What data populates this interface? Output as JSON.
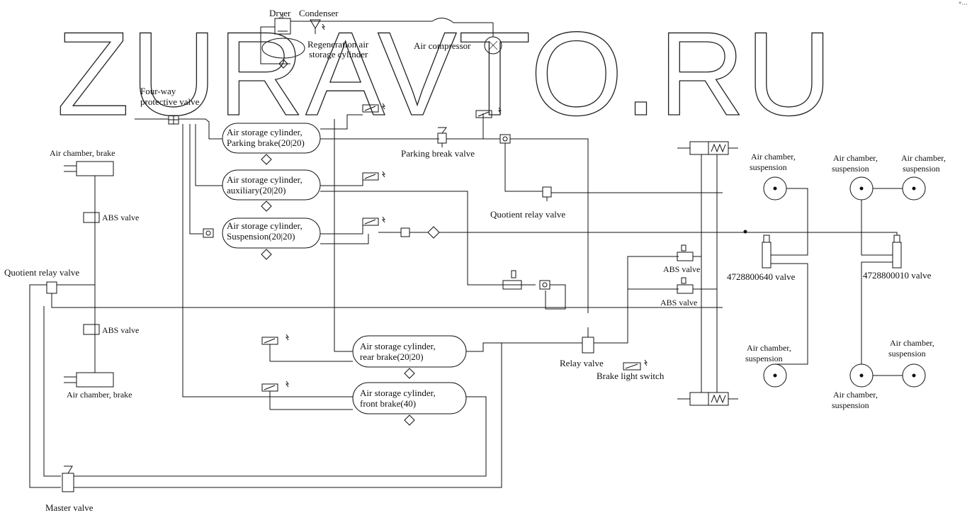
{
  "watermark": "ZURAVTO.RU",
  "corner_mark": "°···",
  "labels": {
    "dryer": "Dryer",
    "condenser": "Condenser",
    "regen_cylinder_l1": "Regeneration air",
    "regen_cylinder_l2": "storage cylinder",
    "air_compressor": "Air compressor",
    "four_way_l1": "Four-way",
    "four_way_l2": "protective valve",
    "parking_break_valve": "Parking break valve",
    "quotient_relay_valve_top": "Quotient relay valve",
    "quotient_relay_valve_left": "Quotient relay valve",
    "relay_valve": "Relay valve",
    "brake_light_switch": "Brake light switch",
    "master_valve": "Master valve",
    "abs_valve_upper_left": "ABS valve",
    "abs_valve_lower_left": "ABS valve",
    "abs_valve_right_1": "ABS valve",
    "abs_valve_right_2": "ABS valve",
    "air_chamber_brake_top": "Air chamber, brake",
    "air_chamber_brake_bottom": "Air chamber, brake",
    "valve_640": "4728800640 valve",
    "valve_010": "4728800010 valve"
  },
  "tanks": [
    {
      "l1": "Air storage cylinder,",
      "l2": "Parking brake(20|20)"
    },
    {
      "l1": "Air storage cylinder,",
      "l2": "auxiliary(20|20)"
    },
    {
      "l1": "Air storage cylinder,",
      "l2": "Suspension(20|20)"
    },
    {
      "l1": "Air storage cylinder,",
      "l2": "rear brake(20|20)"
    },
    {
      "l1": "Air storage cylinder,",
      "l2": "front brake(40)"
    }
  ],
  "suspension_chambers": [
    {
      "l1": "Air chamber,",
      "l2": "suspension"
    },
    {
      "l1": "Air chamber,",
      "l2": "suspension"
    },
    {
      "l1": "Air chamber,",
      "l2": "suspension"
    },
    {
      "l1": "Air chamber,",
      "l2": "suspension"
    },
    {
      "l1": "Air chamber,",
      "l2": "suspension"
    },
    {
      "l1": "Air chamber,",
      "l2": "suspension"
    }
  ]
}
